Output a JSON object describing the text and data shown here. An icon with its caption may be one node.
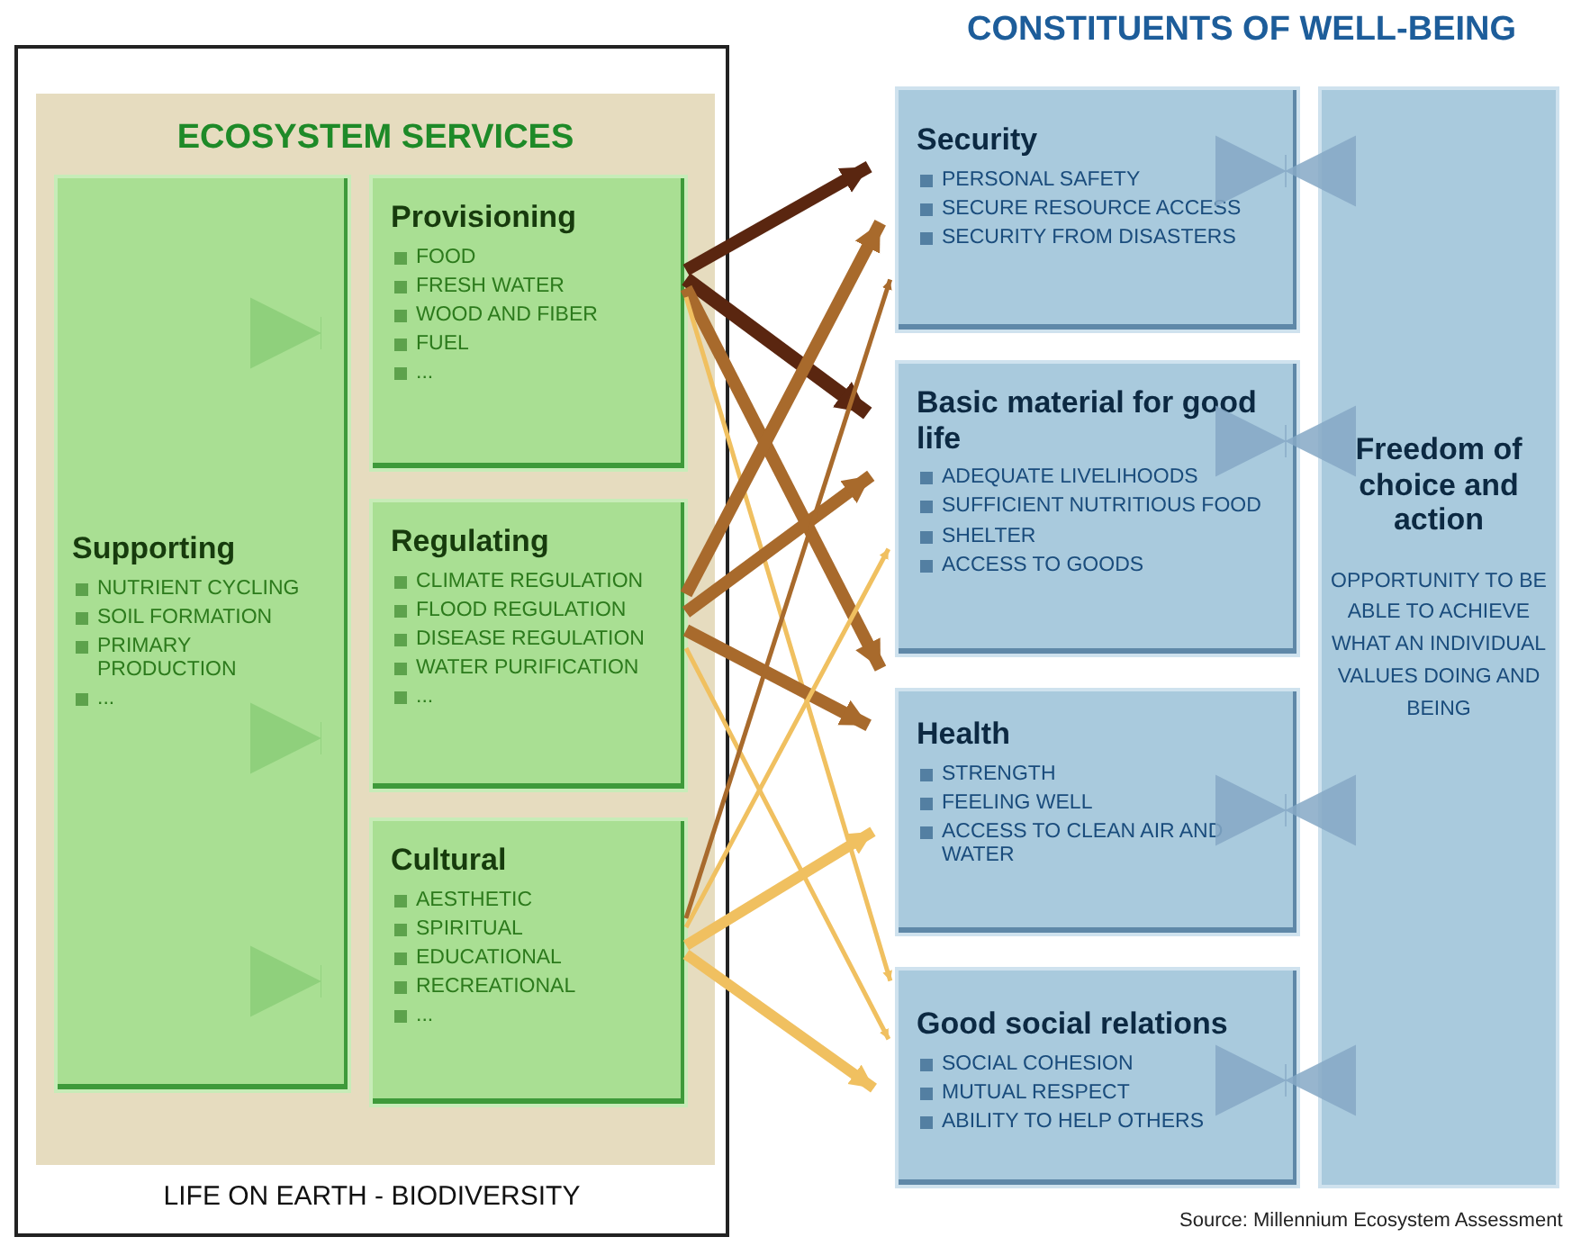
{
  "diagram": {
    "nodes": [
      {
        "text": [
          "LIFE ON EARTH - BIODIVERSITY"
        ]
      },
      {
        "text": [
          "ECOSYSTEM SERVICES"
        ],
        "in": 0
      },
      {
        "text": [
          "Supporting",
          "NUTRIENT CYCLING",
          "SOIL FORMATION",
          "PRIMARY PRODUCTION",
          "..."
        ],
        "in": 1
      },
      {
        "text": [
          "Provisioning",
          "FOOD",
          "FRESH WATER",
          "WOOD AND FIBER",
          "FUEL",
          "..."
        ],
        "in": 1
      },
      {
        "text": [
          "Regulating",
          "CLIMATE REGULATION",
          "FLOOD REGULATION",
          "DISEASE REGULATION",
          "WATER PURIFICATION",
          "..."
        ],
        "in": 1
      },
      {
        "text": [
          "Cultural",
          "AESTHETIC",
          "SPIRITUAL",
          "EDUCATIONAL",
          "RECREATIONAL",
          "..."
        ],
        "in": 1
      },
      {
        "text": [
          "Security",
          "PERSONAL SAFETY",
          "SECURE RESOURCE ACCESS",
          "SECURITY FROM DISASTERS"
        ]
      },
      {
        "text": [
          "Basic material for good life",
          "ADEQUATE LIVELIHOODS",
          "SUFFICIENT NUTRITIOUS FOOD",
          "SHELTER",
          "ACCESS TO GOODS"
        ]
      },
      {
        "text": [
          "Health",
          "STRENGTH",
          "FEELING WELL",
          "ACCESS TO CLEAN AIR AND WATER"
        ]
      },
      {
        "text": [
          "Good social relations",
          "SOCIAL COHESION",
          "MUTUAL RESPECT",
          "ABILITY TO HELP OTHERS"
        ]
      },
      {
        "text": [
          "Freedom of choice and action",
          "OPPORTUNITY TO BE ABLE TO ACHIEVE WHAT AN INDIVIDUAL VALUES DOING AND BEING"
        ]
      }
    ],
    "edges": [
      {
        "from": 2,
        "to": 3,
        "arrow": "to",
        "style": "thick",
        "color": "#8fd07c"
      },
      {
        "from": 2,
        "to": 4,
        "arrow": "to",
        "style": "thick",
        "color": "#8fd07c"
      },
      {
        "from": 2,
        "to": 5,
        "arrow": "to",
        "style": "thick",
        "color": "#8fd07c"
      },
      {
        "from": 3,
        "to": 6,
        "arrow": "to",
        "color": "#5a2610"
      },
      {
        "from": 3,
        "to": 7,
        "arrow": "to",
        "color": "#5a2610"
      },
      {
        "from": 3,
        "to": 8,
        "arrow": "to",
        "color": "#a86a2c"
      },
      {
        "from": 3,
        "to": 9,
        "arrow": "to",
        "color": "#f0c060"
      },
      {
        "from": 4,
        "to": 6,
        "arrow": "to",
        "color": "#a86a2c"
      },
      {
        "from": 4,
        "to": 7,
        "arrow": "to",
        "color": "#a86a2c"
      },
      {
        "from": 4,
        "to": 8,
        "arrow": "to",
        "color": "#a86a2c"
      },
      {
        "from": 4,
        "to": 9,
        "arrow": "to",
        "color": "#f0c060"
      },
      {
        "from": 5,
        "to": 6,
        "arrow": "to",
        "color": "#a86a2c"
      },
      {
        "from": 5,
        "to": 7,
        "arrow": "to",
        "color": "#f0c060"
      },
      {
        "from": 5,
        "to": 8,
        "arrow": "to",
        "color": "#f0c060"
      },
      {
        "from": 5,
        "to": 9,
        "arrow": "to",
        "color": "#f0c060"
      },
      {
        "from": 6,
        "to": 10,
        "arrow": "both",
        "style": "thick",
        "color": "#86a9c6"
      },
      {
        "from": 7,
        "to": 10,
        "arrow": "both",
        "style": "thick",
        "color": "#86a9c6"
      },
      {
        "from": 8,
        "to": 10,
        "arrow": "both",
        "style": "thick",
        "color": "#86a9c6"
      },
      {
        "from": 9,
        "to": 10,
        "arrow": "both",
        "style": "thick",
        "color": "#86a9c6"
      }
    ],
    "labels": [
      "CONSTITUENTS OF WELL-BEING",
      "Source: Millennium Ecosystem Assessment"
    ]
  }
}
